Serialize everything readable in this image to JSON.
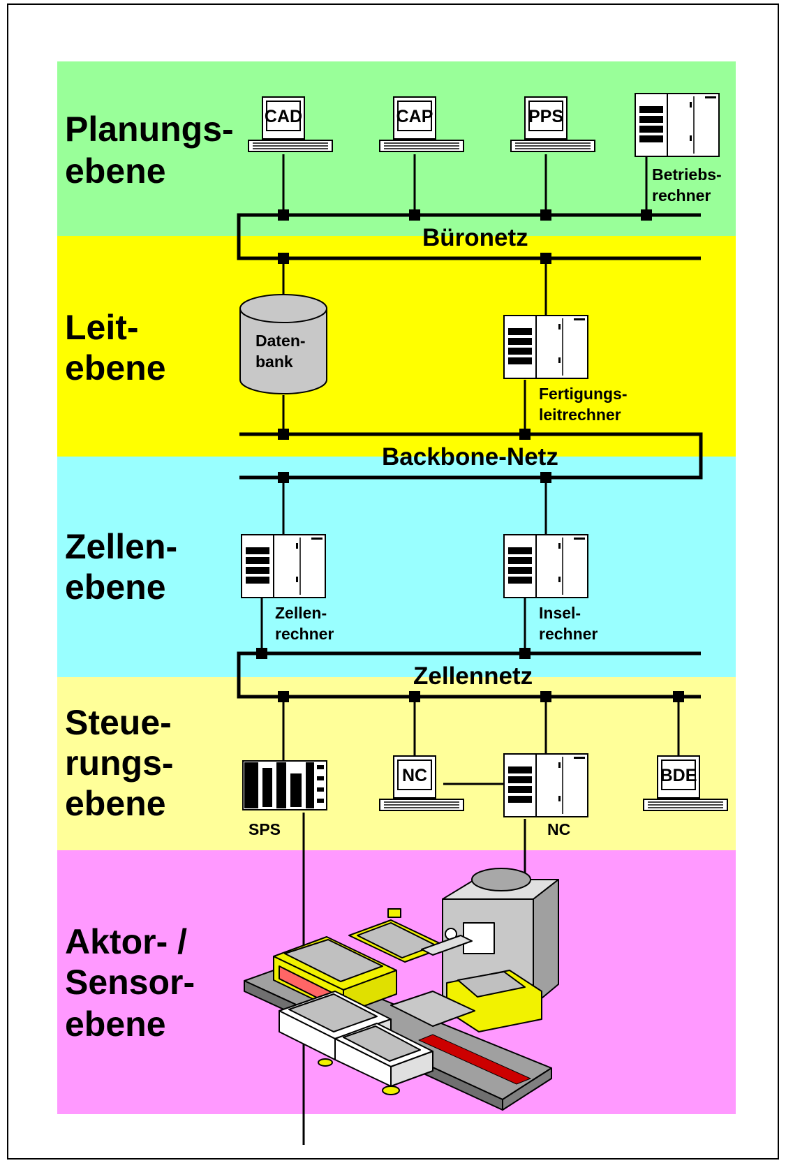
{
  "levels": {
    "planning": {
      "line1": "Planungs-",
      "line2": "ebene",
      "color": "#99ff99"
    },
    "control_center": {
      "line1": "Leit-",
      "line2": "ebene",
      "color": "#ffff00"
    },
    "cell": {
      "line1": "Zellen-",
      "line2": "ebene",
      "color": "#99ffff"
    },
    "control": {
      "line1": "Steue-",
      "line2": "rungs-",
      "line3": "ebene",
      "color": "#ffff99"
    },
    "actor_sensor": {
      "line1": "Aktor- /",
      "line2": "Sensor-",
      "line3": "ebene",
      "color": "#ff99ff"
    }
  },
  "networks": {
    "office": "Büronetz",
    "backbone": "Backbone-Netz",
    "cell": "Zellennetz"
  },
  "devices": {
    "cad": "CAD",
    "cap": "CAP",
    "pps": "PPS",
    "betriebsrechner": {
      "line1": "Betriebs-",
      "line2": "rechner"
    },
    "datenbank": {
      "line1": "Daten-",
      "line2": "bank"
    },
    "fertigungsleitrechner": {
      "line1": "Fertigungs-",
      "line2": "leitrechner"
    },
    "zellenrechner": {
      "line1": "Zellen-",
      "line2": "rechner"
    },
    "inselrechner": {
      "line1": "Insel-",
      "line2": "rechner"
    },
    "sps": "SPS",
    "nc_terminal": "NC",
    "nc_computer": "NC",
    "bde": "BDE"
  }
}
